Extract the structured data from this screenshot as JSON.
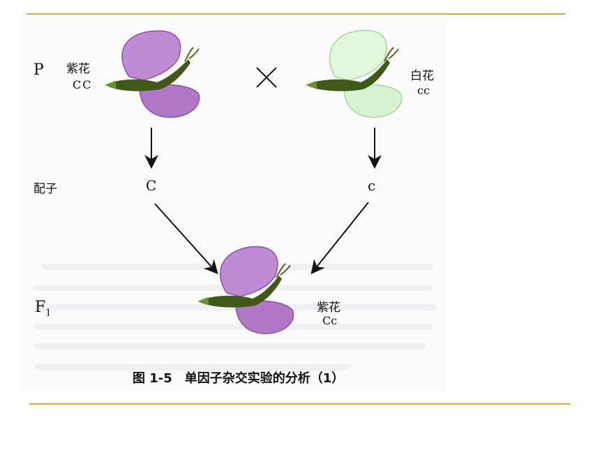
{
  "generations": {
    "parent_label": "P",
    "gamete_label": "配子",
    "f1_label": "F",
    "f1_subscript": "1"
  },
  "parent_left": {
    "phenotype": "紫花",
    "genotype": "CC",
    "color": "#b278c8"
  },
  "parent_right": {
    "phenotype": "白花",
    "genotype": "cc",
    "color": "#d8f3d2"
  },
  "cross_symbol": "×",
  "gametes": {
    "left": "C",
    "right": "c"
  },
  "offspring": {
    "phenotype": "紫花",
    "genotype": "Cc",
    "color": "#b278c8"
  },
  "caption": "图 1-5　单因子杂交实验的分析（1）",
  "colors": {
    "rule": "#d9a93a",
    "purple_petal": "#b278c8",
    "purple_dark": "#8a4fa8",
    "white_petal": "#d8f3d2",
    "stem_green": "#3f5a18"
  }
}
